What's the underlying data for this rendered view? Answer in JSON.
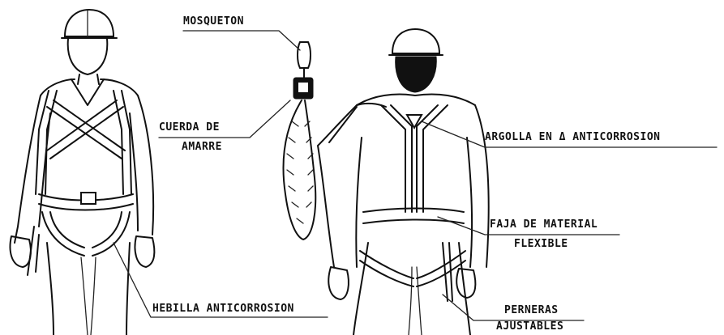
{
  "labels": {
    "mosqueton": "MOSQUETON",
    "cuerda_line1": "CUERDA DE",
    "cuerda_line2": "AMARRE",
    "argolla": "ARGOLLA EN Δ ANTICORROSION",
    "faja_line1": "FAJA DE MATERIAL",
    "faja_line2": "FLEXIBLE",
    "hebilla": "HEBILLA ANTICORROSION",
    "perneras_line1": "PERNERAS",
    "perneras_line2": "AJUSTABLES"
  }
}
